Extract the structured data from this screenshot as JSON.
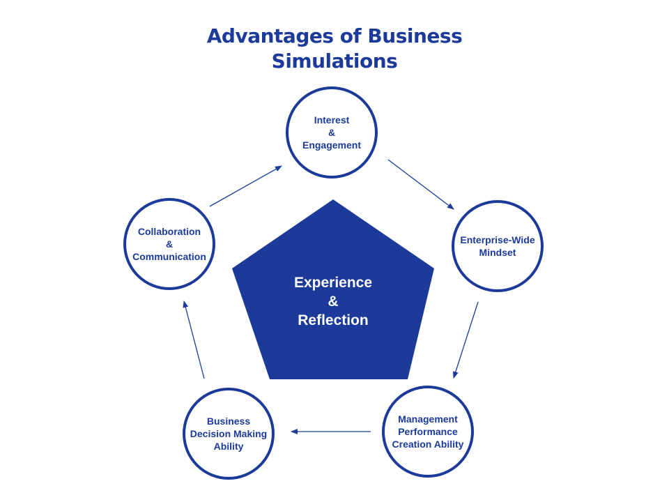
{
  "title": {
    "line1": "Advantages of Business",
    "line2": "Simulations"
  },
  "center": {
    "line1": "Experience",
    "line2": "&",
    "line3": "Reflection"
  },
  "nodes": {
    "interest": {
      "line1": "Interest",
      "line2": "&",
      "line3": "Engagement"
    },
    "enterprise": {
      "line1": "Enterprise-Wide",
      "line2": "Mindset"
    },
    "management": {
      "line1": "Management",
      "line2": "Performance",
      "line3": "Creation Ability"
    },
    "decision": {
      "line1": "Business",
      "line2": "Decision Making",
      "line3": "Ability"
    },
    "collaboration": {
      "line1": "Collaboration",
      "line2": "&",
      "line3": "Communication"
    }
  },
  "colors": {
    "primary": "#1b3a9a",
    "background": "#ffffff"
  }
}
